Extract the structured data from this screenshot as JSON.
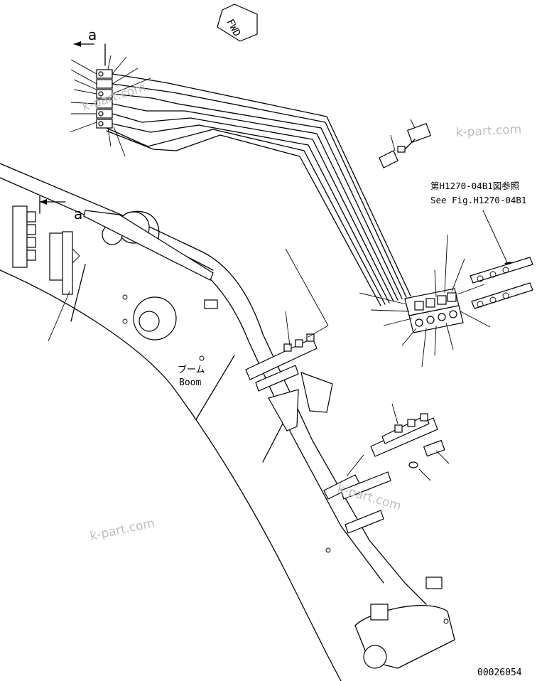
{
  "direction_marker": {
    "label": "FWD"
  },
  "section_labels": {
    "top": "a",
    "left": "a"
  },
  "boom_label": {
    "jp": "ブーム",
    "en": "Boom"
  },
  "reference_note": {
    "jp": "第H1270-04B1図参照",
    "en": "See Fig.H1270-04B1"
  },
  "watermark": "k-part.com",
  "drawing_number": "00026054"
}
